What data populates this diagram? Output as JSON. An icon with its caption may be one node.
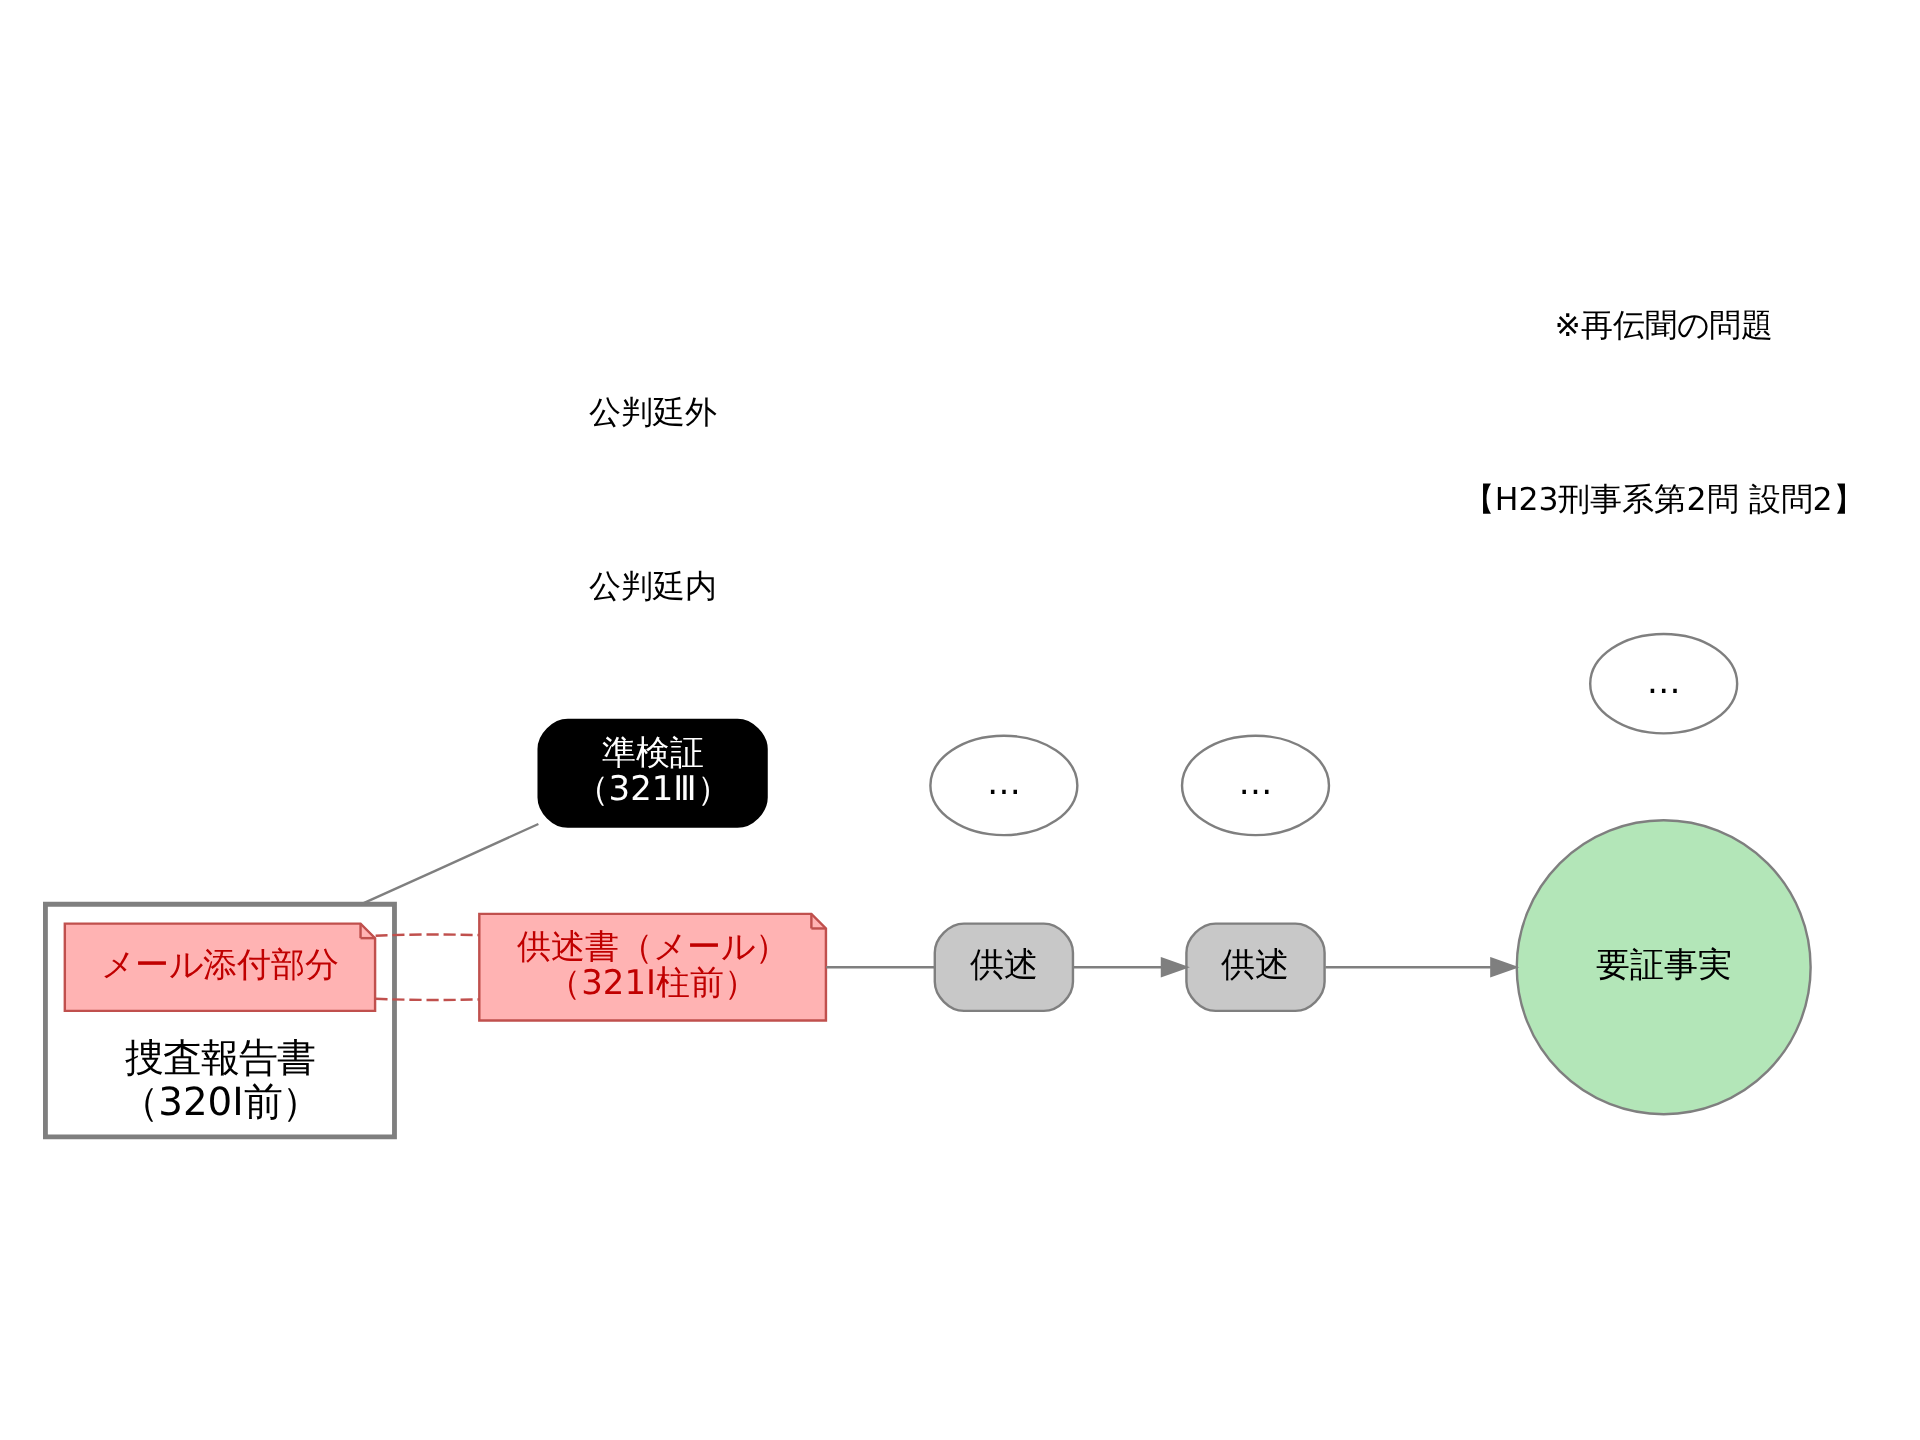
{
  "diagram": {
    "nodes": [
      {
        "text": [
          "捜査報告書",
          "（320Ⅰ前）"
        ]
      },
      {
        "text": [
          "メール添付部分"
        ],
        "in": 0
      },
      {
        "text": [
          "準検証",
          "（321Ⅲ）"
        ]
      },
      {
        "text": [
          "…"
        ]
      },
      {
        "text": [
          "供述書（メール）",
          "（321Ⅰ柱前）"
        ]
      },
      {
        "text": [
          "供述"
        ]
      },
      {
        "text": [
          "…"
        ]
      },
      {
        "text": [
          "供述"
        ]
      },
      {
        "text": [
          "…"
        ]
      },
      {
        "text": [
          "要証事実"
        ]
      }
    ],
    "edges": [
      {
        "from": 0,
        "to": 2,
        "arrow": "none"
      },
      {
        "from": 1,
        "to": 4,
        "arrow": "none",
        "style": "dashed",
        "color": "#c0504d"
      },
      {
        "from": 1,
        "to": 4,
        "arrow": "none",
        "style": "dashed",
        "color": "#c0504d"
      },
      {
        "from": 4,
        "to": 5,
        "arrow": "none"
      },
      {
        "from": 5,
        "to": 7,
        "arrow": "to"
      },
      {
        "from": 7,
        "to": 9,
        "arrow": "to"
      }
    ],
    "labels": [
      "公判廷内",
      "公判廷外",
      "【H23刑事系第2問 設問2】",
      "※再伝聞の問題"
    ]
  }
}
